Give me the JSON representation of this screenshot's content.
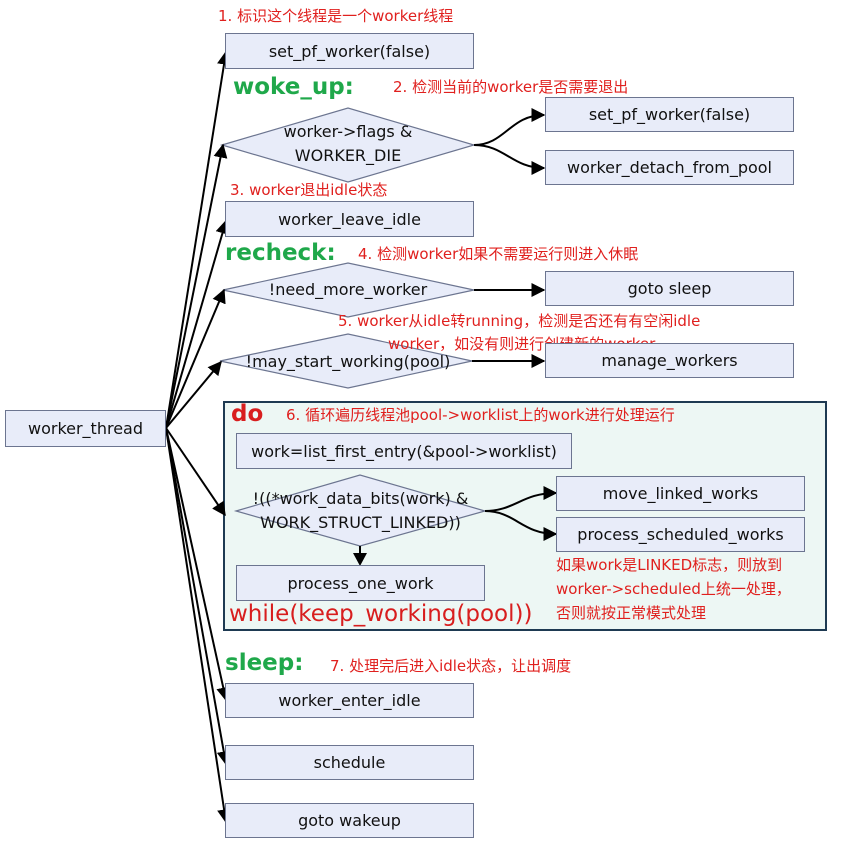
{
  "diagram": {
    "root": "worker_thread",
    "nodes": {
      "set_pf_worker_1": "set_pf_worker(false)",
      "woke_up_label": "woke_up:",
      "diamond_flags_line1": "worker->flags &",
      "diamond_flags_line2": "WORKER_DIE",
      "set_pf_worker_2": "set_pf_worker(false)",
      "worker_detach": "worker_detach_from_pool",
      "worker_leave_idle": "worker_leave_idle",
      "recheck_label": "recheck:",
      "diamond_need_more": "!need_more_worker",
      "goto_sleep": "goto sleep",
      "diamond_may_start": "!may_start_working(pool)",
      "manage_workers": "manage_workers",
      "do_label": "do",
      "work_first": "work=list_first_entry(&pool->worklist)",
      "diamond_bits_line1": "!((*work_data_bits(work) &",
      "diamond_bits_line2": "WORK_STRUCT_LINKED))",
      "move_linked": "move_linked_works",
      "process_scheduled": "process_scheduled_works",
      "process_one": "process_one_work",
      "while_label": "while(keep_working(pool))",
      "sleep_label": "sleep:",
      "worker_enter_idle": "worker_enter_idle",
      "schedule": "schedule",
      "goto_wakeup": "goto wakeup"
    },
    "annotations": {
      "a1": "1. 标识这个线程是一个worker线程",
      "a2": "2. 检测当前的worker是否需要退出",
      "a3": "3. worker退出idle状态",
      "a4": "4. 检测worker如果不需要运行则进入休眠",
      "a5_line1": "5. worker从idle转running，检测是否还有有空闲idle",
      "a5_line2": "worker，如没有则进行创建新的worker",
      "a6": "6. 循环遍历线程池pool->worklist上的work进行处理运行",
      "linked_line1": "如果work是LINKED标志，则放到",
      "linked_line2": "worker->scheduled上统一处理，",
      "linked_line3": "否则就按正常模式处理",
      "a7": "7. 处理完后进入idle状态，让出调度"
    }
  },
  "colors": {
    "box_fill": "#e8ecf9",
    "box_border": "#6c7590",
    "annotation_red": "#e0201e",
    "label_green": "#1fa84a",
    "do_panel_fill": "#edf7f4",
    "do_panel_border": "#1e3a52"
  }
}
